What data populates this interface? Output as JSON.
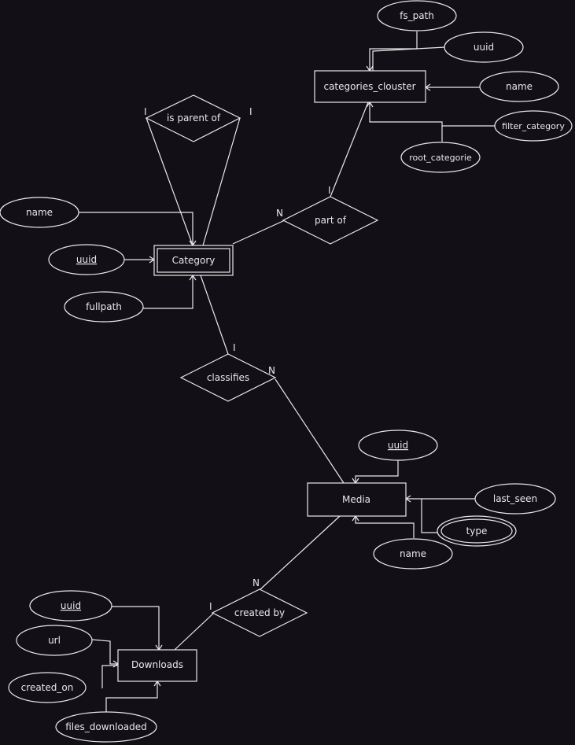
{
  "diagram": {
    "entities": {
      "categories_cluster": "categories_clouster",
      "category": "Category",
      "media": "Media",
      "downloads": "Downloads"
    },
    "relationships": {
      "is_parent_of": "is parent of",
      "part_of": "part of",
      "classifies": "classifies",
      "created_by": "created by"
    },
    "attributes": {
      "cc_fs_path": "fs_path",
      "cc_uuid": "uuid",
      "cc_name": "name",
      "cc_filter_category": "filter_category",
      "cc_root_categorie": "root_categorie",
      "cat_name": "name",
      "cat_uuid": "uuid",
      "cat_fullpath": "fullpath",
      "media_uuid": "uuid",
      "media_last_seen": "last_seen",
      "media_type": "type",
      "media_name": "name",
      "dl_uuid": "uuid",
      "dl_url": "url",
      "dl_created_on": "created_on",
      "dl_files_downloaded": "files_downloaded"
    },
    "cardinalities": {
      "parent_left": "I",
      "parent_right": "I",
      "partof_n": "N",
      "partof_1": "I",
      "classifies_1": "I",
      "classifies_n": "N",
      "createdby_n": "N",
      "createdby_1": "I"
    }
  }
}
